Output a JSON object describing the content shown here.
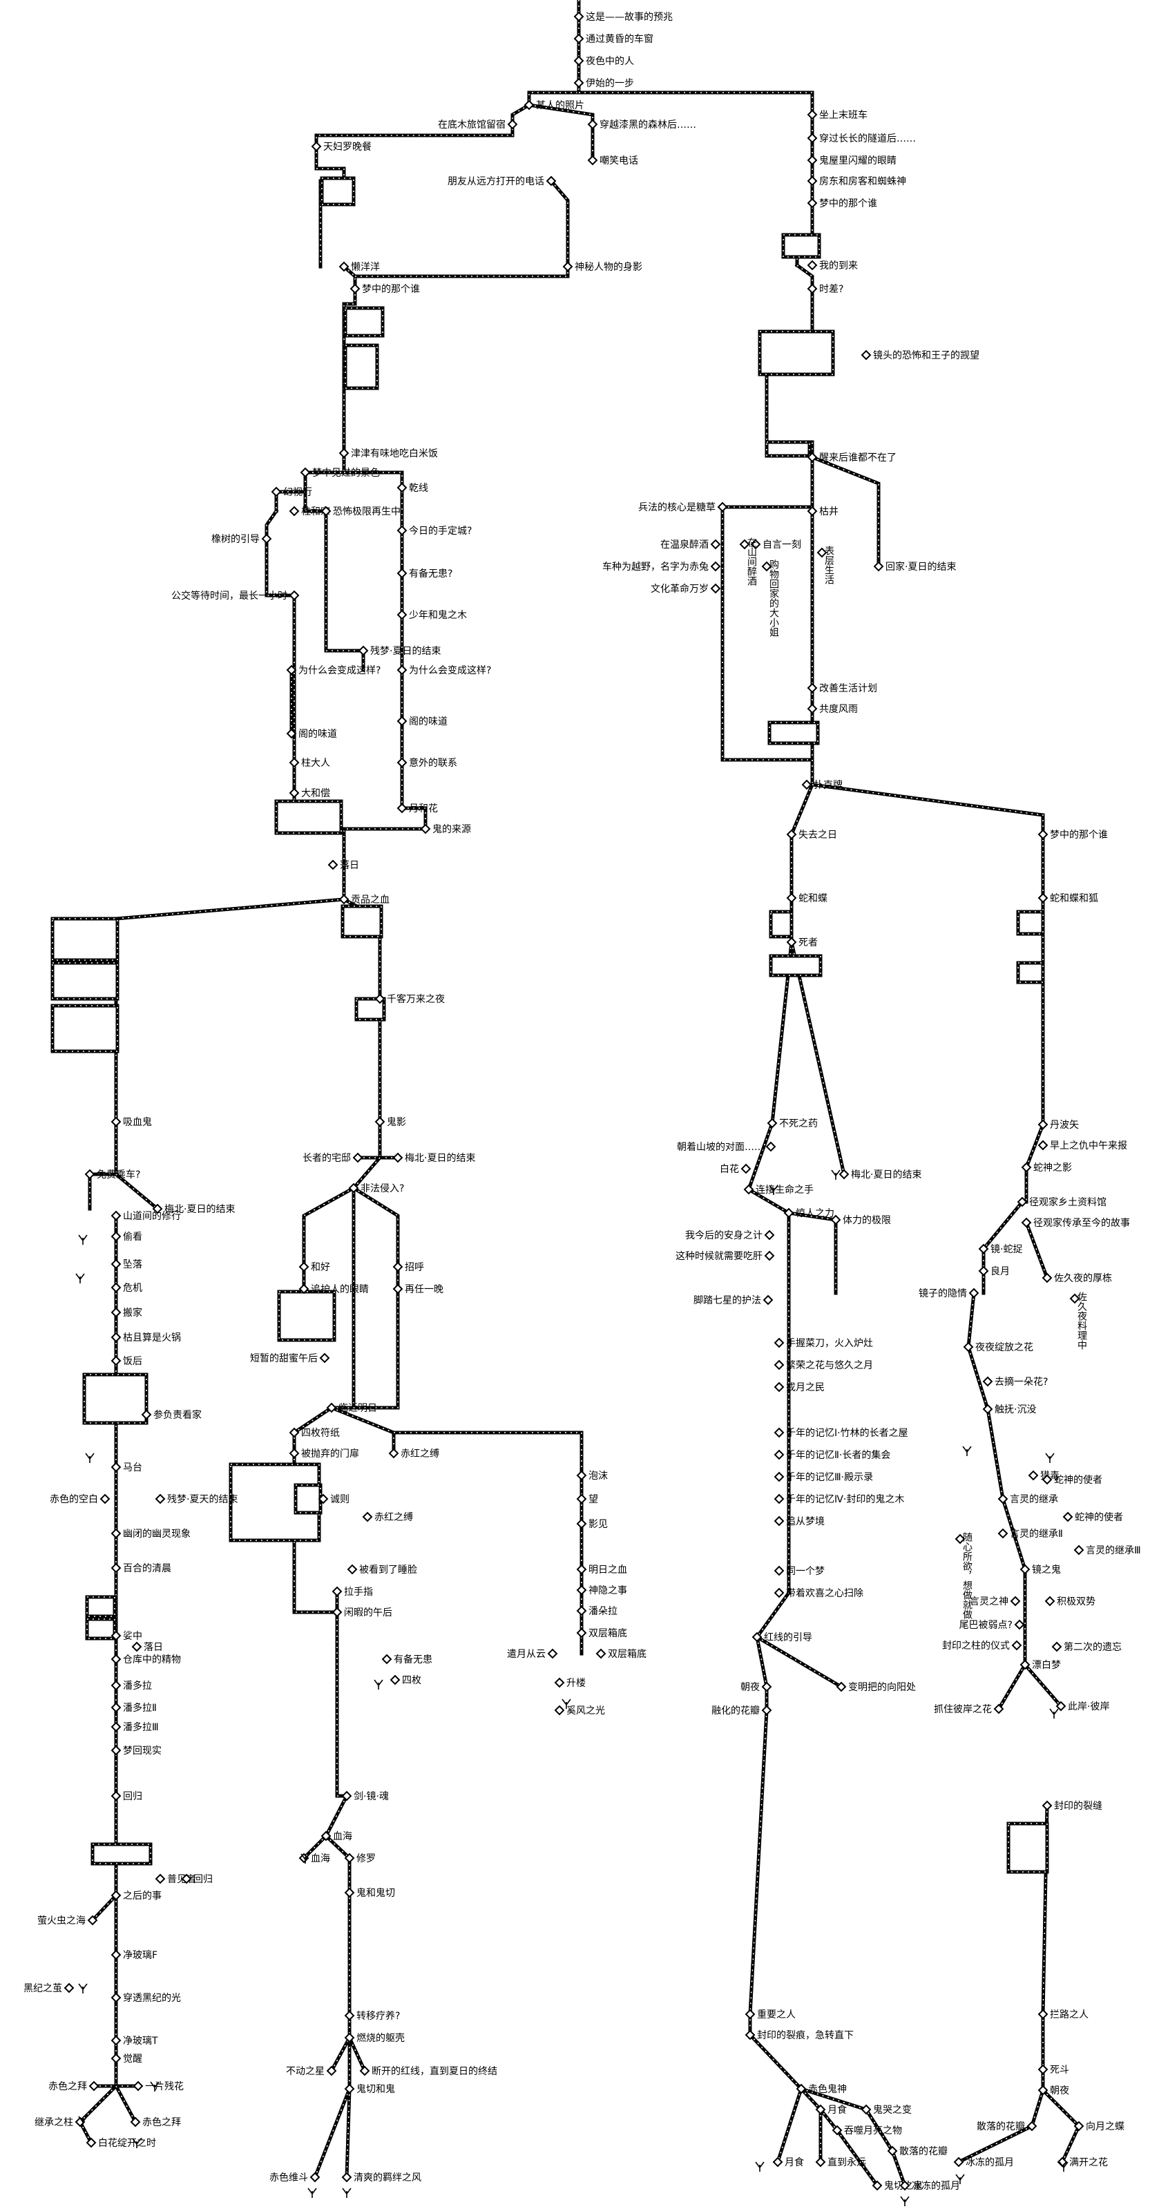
{
  "nodes": [
    {
      "id": "n1",
      "text": "这是——故事的预兆"
    },
    {
      "id": "n2",
      "text": "通过黄昏的车窗"
    },
    {
      "id": "n3",
      "text": "夜色中的人"
    },
    {
      "id": "n4",
      "text": "伊始的一步"
    },
    {
      "id": "n5",
      "text": "某人的照片"
    },
    {
      "id": "n6",
      "text": "在底木旅馆留宿"
    },
    {
      "id": "n7",
      "text": "穿越漆黑的森林后……"
    },
    {
      "id": "n8",
      "text": "天妇罗晚餐"
    },
    {
      "id": "n9",
      "text": "嘲笑电话"
    },
    {
      "id": "n10",
      "text": "朋友从远方打开的电话"
    },
    {
      "id": "n11",
      "text": "坐上末班车"
    },
    {
      "id": "n12",
      "text": "穿过长长的隧道后……"
    },
    {
      "id": "n13",
      "text": "鬼屋里闪耀的眼睛"
    },
    {
      "id": "n14",
      "text": "房东和房客和蜘蛛神"
    },
    {
      "id": "n15",
      "text": "梦中的那个谁"
    },
    {
      "id": "n16",
      "text": "懒洋洋"
    },
    {
      "id": "n17",
      "text": "神秘人物的身影"
    },
    {
      "id": "n18",
      "text": "梦中的那个谁"
    },
    {
      "id": "n19",
      "text": "我的到来"
    },
    {
      "id": "n20",
      "text": "时差?"
    },
    {
      "id": "n21",
      "text": "镜头的恐怖和王子的觊望"
    },
    {
      "id": "n22",
      "text": "津津有味地吃白米饭"
    },
    {
      "id": "n23",
      "text": "梦中见过的景色"
    },
    {
      "id": "n24",
      "text": "幻视行"
    },
    {
      "id": "n25",
      "text": "柱和宗"
    },
    {
      "id": "n26",
      "text": "恐怖极限再生中"
    },
    {
      "id": "n27",
      "text": "乾线"
    },
    {
      "id": "n28",
      "text": "橡树的引导"
    },
    {
      "id": "n29",
      "text": "今日的手定城?"
    },
    {
      "id": "n30",
      "text": "有备无患?"
    },
    {
      "id": "n31",
      "text": "公交等待时间，最长一小时"
    },
    {
      "id": "n32",
      "text": "少年和鬼之木"
    },
    {
      "id": "n33",
      "text": "残梦·夏日的结束"
    },
    {
      "id": "n34",
      "text": "为什么会变成这样?"
    },
    {
      "id": "n35",
      "text": "为什么会变成这样?"
    },
    {
      "id": "n36",
      "text": "阁的味道"
    },
    {
      "id": "n37",
      "text": "阁的味道"
    },
    {
      "id": "n38",
      "text": "柱大人"
    },
    {
      "id": "n39",
      "text": "意外的联系"
    },
    {
      "id": "n40",
      "text": "大和偿"
    },
    {
      "id": "n41",
      "text": "月和花"
    },
    {
      "id": "n42",
      "text": "鬼的来源"
    },
    {
      "id": "n43",
      "text": "落日"
    },
    {
      "id": "n44",
      "text": "醒来后谁都不在了"
    },
    {
      "id": "n45",
      "text": "兵法的核心是糖草"
    },
    {
      "id": "n46",
      "text": "枯井"
    },
    {
      "id": "n47",
      "text": "在温泉醉酒"
    },
    {
      "id": "n48",
      "text": "自言一刻"
    },
    {
      "id": "n49",
      "text": "车种为越野，名字为赤兔"
    },
    {
      "id": "n50",
      "text": "在山间醉酒"
    },
    {
      "id": "n51",
      "text": "购物回家的大小姐"
    },
    {
      "id": "n52",
      "text": "表层生活"
    },
    {
      "id": "n53",
      "text": "回家·夏日的结束"
    },
    {
      "id": "n54",
      "text": "文化革命万岁"
    },
    {
      "id": "n55",
      "text": "改善生活计划"
    },
    {
      "id": "n56",
      "text": "共度风雨"
    },
    {
      "id": "n57",
      "text": "扑克牌"
    },
    {
      "id": "n58",
      "text": "失去之日"
    },
    {
      "id": "n59",
      "text": "梦中的那个谁"
    },
    {
      "id": "n60",
      "text": "贡品之血"
    },
    {
      "id": "n61",
      "text": "千客万来之夜"
    },
    {
      "id": "n62",
      "text": "蛇和蝶"
    },
    {
      "id": "n63",
      "text": "蛇和蝶和狐"
    },
    {
      "id": "n64",
      "text": "死者"
    },
    {
      "id": "n65",
      "text": "吸血鬼"
    },
    {
      "id": "n66",
      "text": "鬼影"
    },
    {
      "id": "n67",
      "text": "免费乘车?"
    },
    {
      "id": "n68",
      "text": "长者的宅邸"
    },
    {
      "id": "n69",
      "text": "梅北·夏日的结束"
    },
    {
      "id": "n70",
      "text": "丹波矢"
    },
    {
      "id": "n71",
      "text": "早上之仇中午来报"
    },
    {
      "id": "n72",
      "text": "蛇神之影"
    },
    {
      "id": "n73",
      "text": "梅北·夏日的结束"
    },
    {
      "id": "n74",
      "text": "山道间的修行"
    },
    {
      "id": "n75",
      "text": "非法侵入?"
    },
    {
      "id": "n76",
      "text": "梅北·夏日的结束"
    },
    {
      "id": "n77",
      "text": "不死之药"
    },
    {
      "id": "n78",
      "text": "朝着山坡的对面……"
    },
    {
      "id": "n79",
      "text": "白花"
    },
    {
      "id": "n80",
      "text": "连接生命之手"
    },
    {
      "id": "n81",
      "text": "惊人之力"
    },
    {
      "id": "n82",
      "text": "体力的极限"
    },
    {
      "id": "n83",
      "text": "径观家乡土资料馆"
    },
    {
      "id": "n84",
      "text": "径观家传承至今的故事"
    },
    {
      "id": "n85",
      "text": "偷看"
    },
    {
      "id": "n86",
      "text": "坠落"
    },
    {
      "id": "n87",
      "text": "和好"
    },
    {
      "id": "n88",
      "text": "招呼"
    },
    {
      "id": "n89",
      "text": "危机"
    },
    {
      "id": "n90",
      "text": "追护人的眼睛"
    },
    {
      "id": "n91",
      "text": "再任一晚"
    },
    {
      "id": "n92",
      "text": "我今后的安身之计"
    },
    {
      "id": "n93",
      "text": "这种时候就需要吃肝"
    },
    {
      "id": "n94",
      "text": "镜·蛇捉"
    },
    {
      "id": "n95",
      "text": "良月"
    },
    {
      "id": "n96",
      "text": "佐久夜料理中"
    },
    {
      "id": "n97",
      "text": "佐久夜的厚栋"
    },
    {
      "id": "n98",
      "text": "镜子的隐情"
    },
    {
      "id": "n99",
      "text": "搬家"
    },
    {
      "id": "n100",
      "text": "枯且算是火锅"
    },
    {
      "id": "n101",
      "text": "饭后"
    },
    {
      "id": "n102",
      "text": "短暂的甜蜜午后"
    },
    {
      "id": "n103",
      "text": "脚踏七星的护法"
    },
    {
      "id": "n104",
      "text": "夜夜绽放之花"
    },
    {
      "id": "n105",
      "text": "去摘一朵花?"
    },
    {
      "id": "n106",
      "text": "手握菜刀，火入炉灶"
    },
    {
      "id": "n107",
      "text": "繁荣之花与悠久之月"
    },
    {
      "id": "n108",
      "text": "参负责看家"
    },
    {
      "id": "n109",
      "text": "临近明日"
    },
    {
      "id": "n110",
      "text": "戎月之民"
    },
    {
      "id": "n111",
      "text": "触抚·沉没"
    },
    {
      "id": "n112",
      "text": "四枚符纸"
    },
    {
      "id": "n113",
      "text": "被抛弃的门扉"
    },
    {
      "id": "n114",
      "text": "赤红之缚"
    },
    {
      "id": "n115",
      "text": "千年的记忆Ⅰ·竹林的长者之屋"
    },
    {
      "id": "n116",
      "text": "千年的记忆Ⅱ·长者的集会"
    },
    {
      "id": "n117",
      "text": "马台"
    },
    {
      "id": "n118",
      "text": "猎毒"
    },
    {
      "id": "n119",
      "text": "蛇神的使者"
    },
    {
      "id": "n120",
      "text": "泡沫"
    },
    {
      "id": "n121",
      "text": "赤色的空白"
    },
    {
      "id": "n122",
      "text": "残梦·夏天的结束"
    },
    {
      "id": "n123",
      "text": "诚则"
    },
    {
      "id": "n124",
      "text": "千年的记忆Ⅲ·殿示录"
    },
    {
      "id": "n125",
      "text": "千年的记忆Ⅳ·封印的鬼之木"
    },
    {
      "id": "n126",
      "text": "望"
    },
    {
      "id": "n127",
      "text": "赤红之缚"
    },
    {
      "id": "n128",
      "text": "言灵的继承"
    },
    {
      "id": "n129",
      "text": "蛇神的使者"
    },
    {
      "id": "n130",
      "text": "影见"
    },
    {
      "id": "n131",
      "text": "幽闭的幽灵现象"
    },
    {
      "id": "n132",
      "text": "追从梦境"
    },
    {
      "id": "n133",
      "text": "随心所欲，想做就做"
    },
    {
      "id": "n134",
      "text": "言灵的继承Ⅱ"
    },
    {
      "id": "n135",
      "text": "言灵的继承Ⅲ"
    },
    {
      "id": "n136",
      "text": "百合的清晨"
    },
    {
      "id": "n137",
      "text": "被看到了睡脸"
    },
    {
      "id": "n138",
      "text": "明日之血"
    },
    {
      "id": "n139",
      "text": "同一个梦"
    },
    {
      "id": "n140",
      "text": "拉手指"
    },
    {
      "id": "n141",
      "text": "神隐之事"
    },
    {
      "id": "n142",
      "text": "镜之鬼"
    },
    {
      "id": "n143",
      "text": "带着欢喜之心扫除"
    },
    {
      "id": "n144",
      "text": "积极双势"
    },
    {
      "id": "n145",
      "text": "娑中"
    },
    {
      "id": "n146",
      "text": "闲暇的午后"
    },
    {
      "id": "n147",
      "text": "潘朵拉"
    },
    {
      "id": "n148",
      "text": "言灵之神"
    },
    {
      "id": "n149",
      "text": "落日"
    },
    {
      "id": "n150",
      "text": "红线的引导"
    },
    {
      "id": "n151",
      "text": "仓库中的精物"
    },
    {
      "id": "n152",
      "text": "有备无患"
    },
    {
      "id": "n153",
      "text": "双层箱底"
    },
    {
      "id": "n154",
      "text": "尾巴被弱点?"
    },
    {
      "id": "n155",
      "text": "第二次的遗忘"
    },
    {
      "id": "n156",
      "text": "潘多拉"
    },
    {
      "id": "n157",
      "text": "四枚"
    },
    {
      "id": "n158",
      "text": "遣月从云"
    },
    {
      "id": "n159",
      "text": "双层箱底"
    },
    {
      "id": "n160",
      "text": "封印之柱的仪式"
    },
    {
      "id": "n161",
      "text": "潘多拉Ⅱ"
    },
    {
      "id": "n162",
      "text": "朝夜"
    },
    {
      "id": "n163",
      "text": "变明把的向阳处"
    },
    {
      "id": "n164",
      "text": "升楼"
    },
    {
      "id": "n165",
      "text": "漂白梦"
    },
    {
      "id": "n166",
      "text": "潘多拉Ⅲ"
    },
    {
      "id": "n167",
      "text": "融化的花瓣"
    },
    {
      "id": "n168",
      "text": "奚风之光"
    },
    {
      "id": "n169",
      "text": "抓住彼岸之花"
    },
    {
      "id": "n170",
      "text": "此岸·彼岸"
    },
    {
      "id": "n171",
      "text": "梦回现实"
    },
    {
      "id": "n172",
      "text": "回归"
    },
    {
      "id": "n173",
      "text": "剑·镜·魂"
    },
    {
      "id": "n174",
      "text": "封印的裂缝"
    },
    {
      "id": "n175",
      "text": "普见者"
    },
    {
      "id": "n176",
      "text": "回归"
    },
    {
      "id": "n177",
      "text": "血海"
    },
    {
      "id": "n178",
      "text": "之后的事"
    },
    {
      "id": "n179",
      "text": "血海"
    },
    {
      "id": "n180",
      "text": "修罗"
    },
    {
      "id": "n181",
      "text": "萤火虫之海"
    },
    {
      "id": "n182",
      "text": "鬼和鬼切"
    },
    {
      "id": "n183",
      "text": "净玻璃F"
    },
    {
      "id": "n184",
      "text": "黑纪之茧"
    },
    {
      "id": "n185",
      "text": "穿透黑纪的光"
    },
    {
      "id": "n186",
      "text": "转移疗养?"
    },
    {
      "id": "n187",
      "text": "重要之人"
    },
    {
      "id": "n188",
      "text": "拦路之人"
    },
    {
      "id": "n189",
      "text": "净玻璃T"
    },
    {
      "id": "n190",
      "text": "封印的裂痕，急转直下"
    },
    {
      "id": "n191",
      "text": "死斗"
    },
    {
      "id": "n192",
      "text": "觉醒"
    },
    {
      "id": "n193",
      "text": "燃烧的躯壳"
    },
    {
      "id": "n194",
      "text": "不动之星"
    },
    {
      "id": "n195",
      "text": "断开的红线，直到夏日的终结"
    },
    {
      "id": "n196",
      "text": "赤色鬼神"
    },
    {
      "id": "n197",
      "text": "朝夜"
    },
    {
      "id": "n198",
      "text": "赤色之拜"
    },
    {
      "id": "n199",
      "text": "一片残花"
    },
    {
      "id": "n200",
      "text": "鬼切和鬼"
    },
    {
      "id": "n201",
      "text": "月食"
    },
    {
      "id": "n202",
      "text": "鬼哭之变"
    },
    {
      "id": "n203",
      "text": "散落的花瓣"
    },
    {
      "id": "n204",
      "text": "向月之蝶"
    },
    {
      "id": "n205",
      "text": "继承之柱"
    },
    {
      "id": "n206",
      "text": "赤色之拜"
    },
    {
      "id": "n207",
      "text": "吞噬月亮之物"
    },
    {
      "id": "n208",
      "text": "散落的花瓣"
    },
    {
      "id": "n209",
      "text": "白花绽开之时"
    },
    {
      "id": "n210",
      "text": "月食"
    },
    {
      "id": "n211",
      "text": "直到永远"
    },
    {
      "id": "n212",
      "text": "冰冻的孤月"
    },
    {
      "id": "n213",
      "text": "满开之花"
    },
    {
      "id": "n214",
      "text": "赤色维斗"
    },
    {
      "id": "n215",
      "text": "清爽的羁绊之风"
    },
    {
      "id": "n216",
      "text": "鬼切之鬼"
    },
    {
      "id": "n217",
      "text": "冰冻的孤月"
    }
  ]
}
